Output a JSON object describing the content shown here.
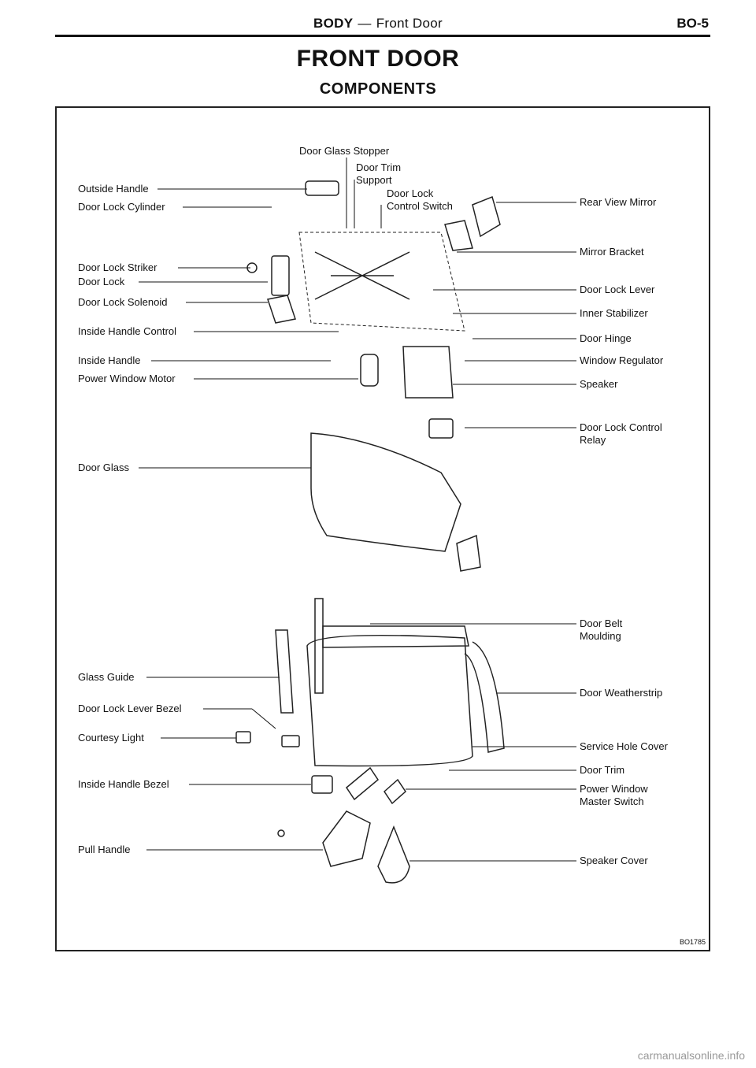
{
  "header": {
    "section": "BODY",
    "separator": "—",
    "subsection": "Front Door",
    "page": "BO-5"
  },
  "title": "FRONT DOOR",
  "subtitle": "COMPONENTS",
  "labels": {
    "door_glass_stopper": "Door Glass Stopper",
    "door_trim_support": "Door Trim\nSupport",
    "door_lock_control_switch": "Door Lock\nControl Switch",
    "outside_handle": "Outside Handle",
    "door_lock_cylinder": "Door Lock Cylinder",
    "rear_view_mirror": "Rear View Mirror",
    "mirror_bracket": "Mirror Bracket",
    "door_lock_striker": "Door Lock Striker",
    "door_lock": "Door Lock",
    "door_lock_lever": "Door Lock Lever",
    "door_lock_solenoid": "Door Lock Solenoid",
    "inner_stabilizer": "Inner Stabilizer",
    "inside_handle_control": "Inside Handle Control",
    "door_hinge": "Door Hinge",
    "inside_handle": "Inside Handle",
    "window_regulator": "Window Regulator",
    "power_window_motor": "Power Window Motor",
    "speaker": "Speaker",
    "door_lock_control_relay": "Door Lock Control\nRelay",
    "door_glass": "Door Glass",
    "door_belt_moulding": "Door Belt\nMoulding",
    "glass_guide": "Glass Guide",
    "door_weatherstrip": "Door Weatherstrip",
    "door_lock_lever_bezel": "Door Lock Lever Bezel",
    "courtesy_light": "Courtesy Light",
    "service_hole_cover": "Service Hole Cover",
    "door_trim": "Door Trim",
    "inside_handle_bezel": "Inside Handle Bezel",
    "power_window_master_switch": "Power Window\nMaster Switch",
    "pull_handle": "Pull Handle",
    "speaker_cover": "Speaker Cover"
  },
  "figure_id": "BO1785",
  "footer": "carmanualsonline.info"
}
